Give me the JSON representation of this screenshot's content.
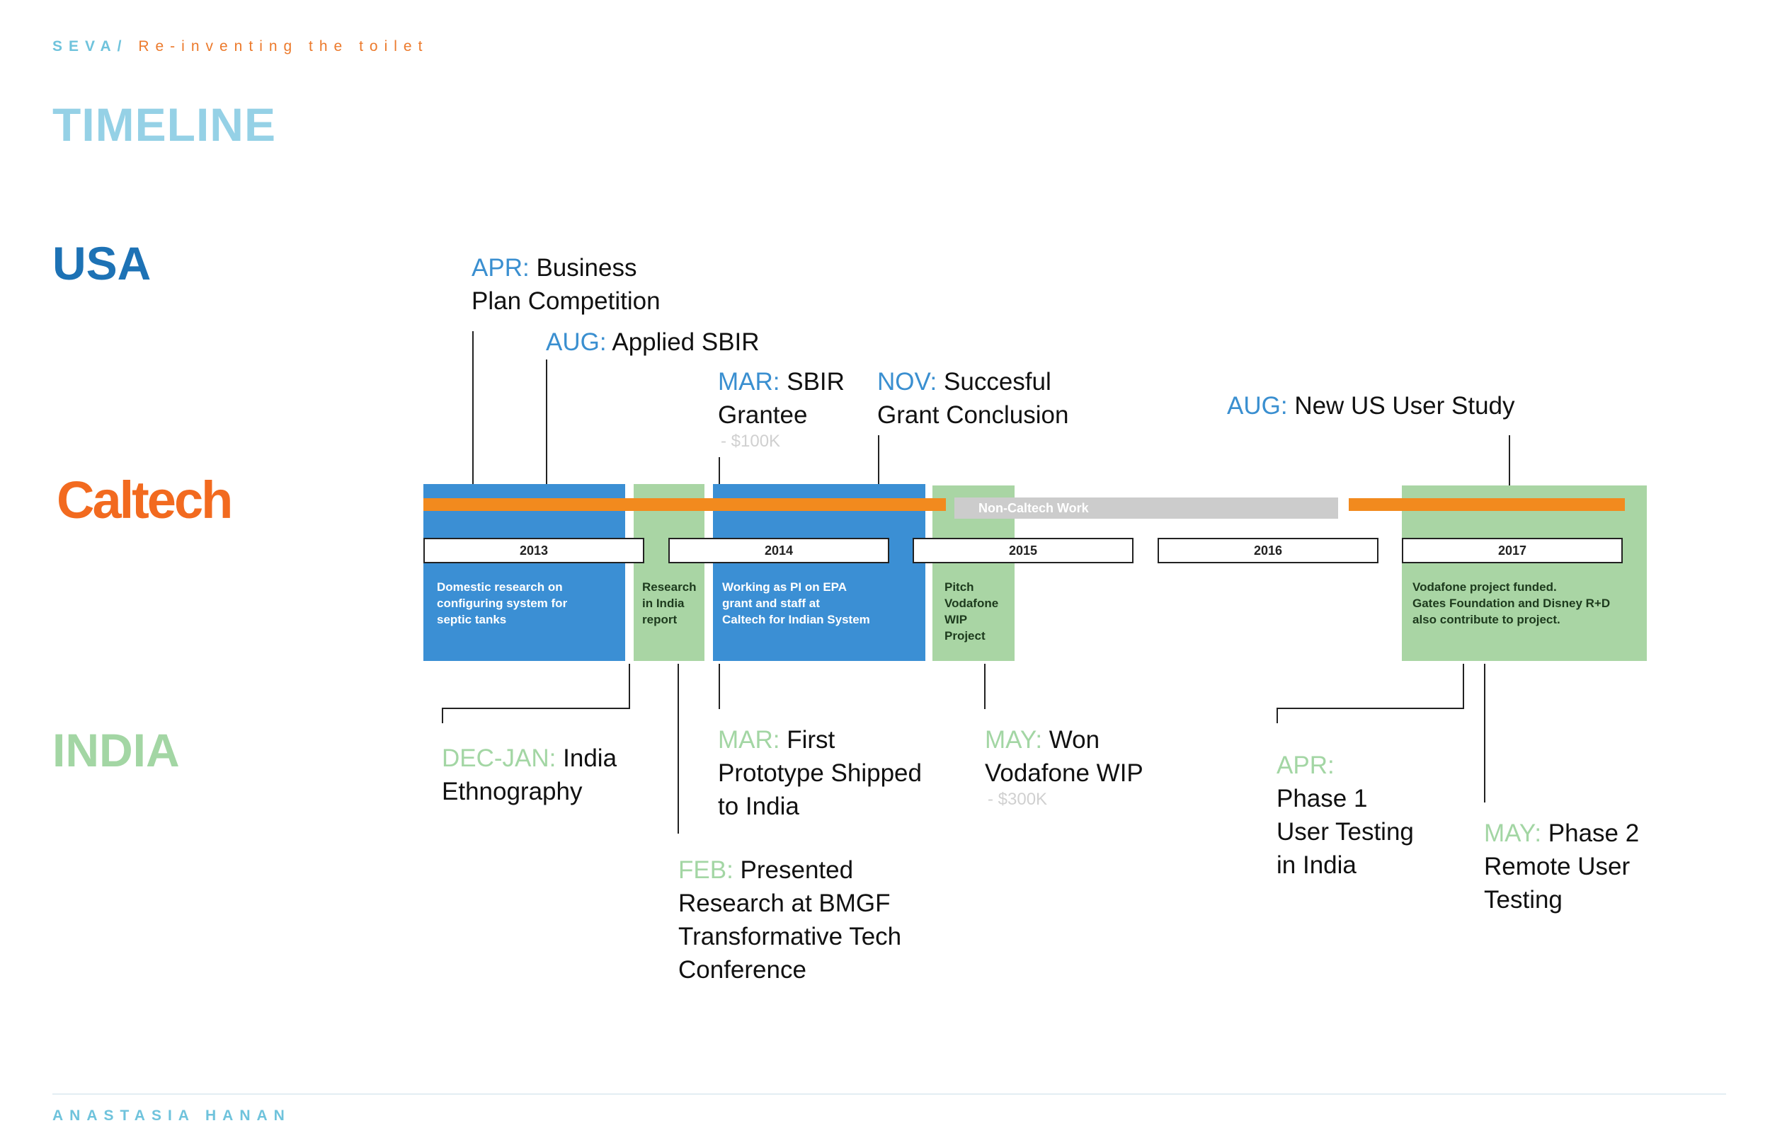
{
  "header": {
    "kicker_a": "SEVA/",
    "kicker_b": "Re-inventing the toilet",
    "title": "TIMELINE"
  },
  "regions": {
    "usa": "USA",
    "caltech": "Caltech",
    "india": "INDIA"
  },
  "years": [
    "2013",
    "2014",
    "2015",
    "2016",
    "2017"
  ],
  "non_caltech_label": "Non-Caltech Work",
  "blocks": {
    "b2013": [
      "Domestic research on",
      "configuring system for",
      "septic tanks"
    ],
    "research": [
      "Research",
      "in India",
      "report"
    ],
    "b2014": [
      "Working as PI on EPA",
      "grant and staff at",
      "Caltech for Indian System"
    ],
    "pitch": [
      "Pitch",
      "Vodafone",
      "WIP",
      "Project"
    ],
    "b2017": [
      "Vodafone project funded.",
      "Gates Foundation and Disney R+D",
      "also contribute to project."
    ]
  },
  "usa_events": {
    "apr": {
      "month": "APR:",
      "lines": [
        "Business",
        "Plan Competition"
      ]
    },
    "aug": {
      "month": "AUG:",
      "lines": [
        "Applied SBIR"
      ]
    },
    "mar": {
      "month": "MAR:",
      "lines": [
        "SBIR",
        "Grantee"
      ],
      "amount": "- $100K"
    },
    "nov": {
      "month": "NOV:",
      "lines": [
        "Succesful",
        "Grant Conclusion"
      ]
    },
    "aug2": {
      "month": "AUG:",
      "lines": [
        "New US User Study"
      ]
    }
  },
  "india_events": {
    "decjan": {
      "month": "DEC-JAN:",
      "lines": [
        "India",
        "Ethnography"
      ]
    },
    "feb": {
      "month": "FEB:",
      "lines": [
        "Presented",
        "Research at BMGF",
        "Transformative Tech",
        "Conference"
      ]
    },
    "mar": {
      "month": "MAR:",
      "lines": [
        "First",
        "Prototype Shipped",
        "to India"
      ]
    },
    "may": {
      "month": "MAY:",
      "lines": [
        "Won",
        "Vodafone WIP"
      ],
      "amount": "- $300K"
    },
    "apr": {
      "month": "APR:",
      "lines": [
        "Phase 1",
        "User Testing",
        "in India"
      ]
    },
    "may2": {
      "month": "MAY:",
      "lines": [
        "Phase 2",
        "Remote User",
        "Testing"
      ]
    }
  },
  "footer": "ANASTASIA HANAN",
  "colors": {
    "blue": "#3b8fd4",
    "green": "#a9d5a4",
    "orange": "#f28a1e",
    "gray": "#cccccc",
    "usa": "#1d72b5",
    "caltech": "#f26a1f",
    "india": "#a3d6a4",
    "title": "#95d1e6"
  }
}
